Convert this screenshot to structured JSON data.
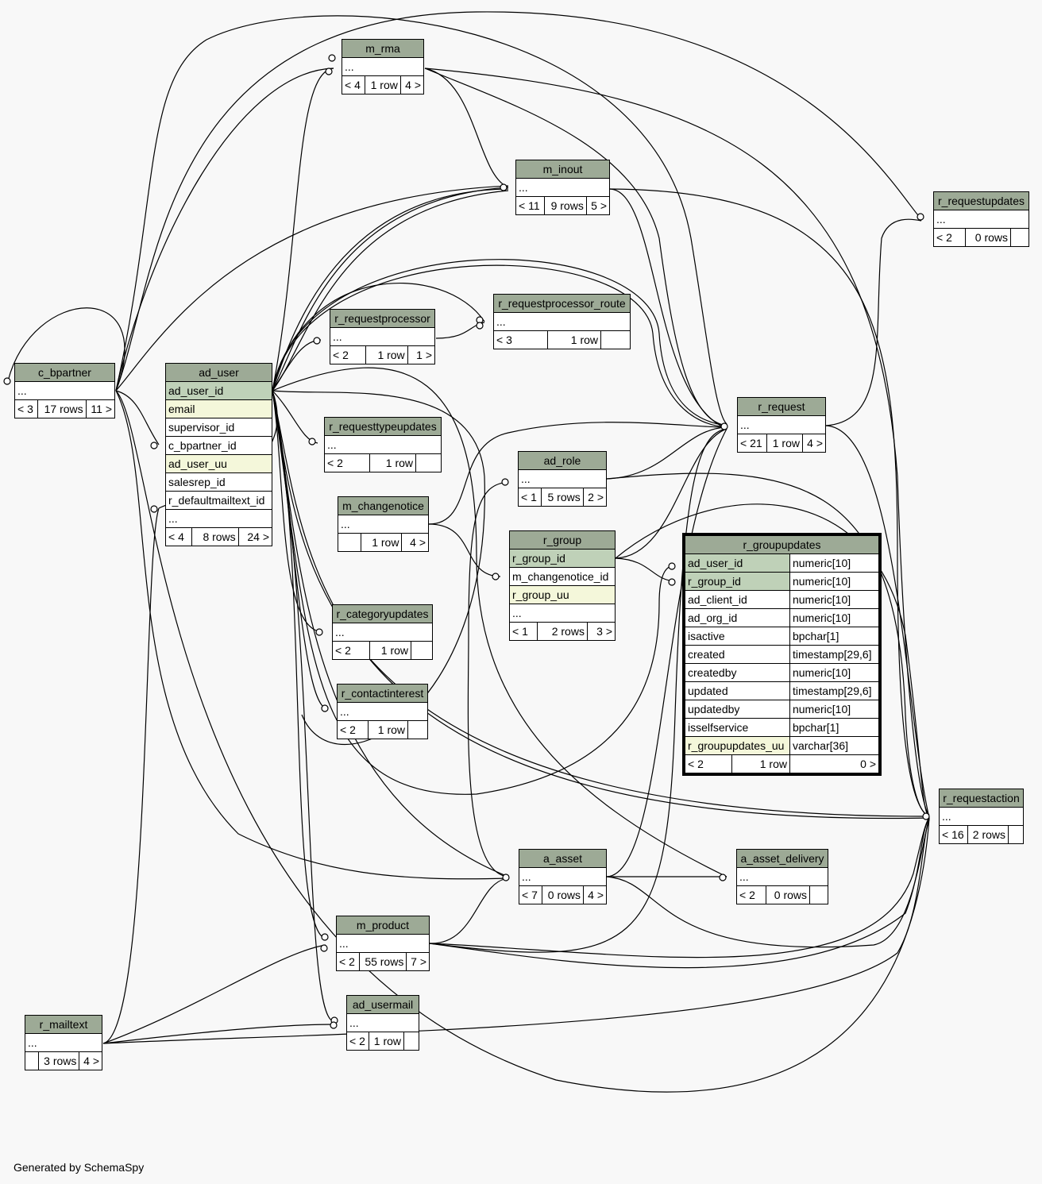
{
  "footer": "Generated by SchemaSpy",
  "tables": {
    "c_bpartner": {
      "name": "c_bpartner",
      "more": "...",
      "parents": "< 3",
      "rows": "17 rows",
      "children": "11 >"
    },
    "ad_user": {
      "name": "ad_user",
      "columns": [
        "ad_user_id",
        "email",
        "supervisor_id",
        "c_bpartner_id",
        "ad_user_uu",
        "salesrep_id",
        "r_defaultmailtext_id"
      ],
      "more": "...",
      "parents": "< 4",
      "rows": "8 rows",
      "children": "24 >"
    },
    "m_rma": {
      "name": "m_rma",
      "more": "...",
      "parents": "< 4",
      "rows": "1 row",
      "children": "4 >"
    },
    "m_inout": {
      "name": "m_inout",
      "more": "...",
      "parents": "< 11",
      "rows": "9 rows",
      "children": "5 >"
    },
    "r_requestupdates": {
      "name": "r_requestupdates",
      "more": "...",
      "parents": "< 2",
      "rows": "0 rows",
      "children": ""
    },
    "r_requestprocessor_route": {
      "name": "r_requestprocessor_route",
      "more": "...",
      "parents": "< 3",
      "rows": "1 row",
      "children": ""
    },
    "r_requestprocessor": {
      "name": "r_requestprocessor",
      "more": "...",
      "parents": "< 2",
      "rows": "1 row",
      "children": "1 >"
    },
    "r_request": {
      "name": "r_request",
      "more": "...",
      "parents": "< 21",
      "rows": "1 row",
      "children": "4 >"
    },
    "r_requesttypeupdates": {
      "name": "r_requesttypeupdates",
      "more": "...",
      "parents": "< 2",
      "rows": "1 row",
      "children": ""
    },
    "ad_role": {
      "name": "ad_role",
      "more": "...",
      "parents": "< 1",
      "rows": "5 rows",
      "children": "2 >"
    },
    "m_changenotice": {
      "name": "m_changenotice",
      "more": "...",
      "parents": "",
      "rows": "1 row",
      "children": "4 >"
    },
    "r_group": {
      "name": "r_group",
      "columns": [
        "r_group_id",
        "m_changenotice_id",
        "r_group_uu"
      ],
      "more": "...",
      "parents": "< 1",
      "rows": "2 rows",
      "children": "3 >"
    },
    "r_groupupdates": {
      "name": "r_groupupdates",
      "columns": [
        {
          "name": "ad_user_id",
          "type": "numeric[10]"
        },
        {
          "name": "r_group_id",
          "type": "numeric[10]"
        },
        {
          "name": "ad_client_id",
          "type": "numeric[10]"
        },
        {
          "name": "ad_org_id",
          "type": "numeric[10]"
        },
        {
          "name": "isactive",
          "type": "bpchar[1]"
        },
        {
          "name": "created",
          "type": "timestamp[29,6]"
        },
        {
          "name": "createdby",
          "type": "numeric[10]"
        },
        {
          "name": "updated",
          "type": "timestamp[29,6]"
        },
        {
          "name": "updatedby",
          "type": "numeric[10]"
        },
        {
          "name": "isselfservice",
          "type": "bpchar[1]"
        },
        {
          "name": "r_groupupdates_uu",
          "type": "varchar[36]"
        }
      ],
      "parents": "< 2",
      "rows": "1 row",
      "children": "0 >"
    },
    "r_categoryupdates": {
      "name": "r_categoryupdates",
      "more": "...",
      "parents": "< 2",
      "rows": "1 row",
      "children": ""
    },
    "r_contactinterest": {
      "name": "r_contactinterest",
      "more": "...",
      "parents": "< 2",
      "rows": "1 row",
      "children": ""
    },
    "r_requestaction": {
      "name": "r_requestaction",
      "more": "...",
      "parents": "< 16",
      "rows": "2 rows",
      "children": ""
    },
    "a_asset": {
      "name": "a_asset",
      "more": "...",
      "parents": "< 7",
      "rows": "0 rows",
      "children": "4 >"
    },
    "a_asset_delivery": {
      "name": "a_asset_delivery",
      "more": "...",
      "parents": "< 2",
      "rows": "0 rows",
      "children": ""
    },
    "m_product": {
      "name": "m_product",
      "more": "...",
      "parents": "< 2",
      "rows": "55 rows",
      "children": "7 >"
    },
    "ad_usermail": {
      "name": "ad_usermail",
      "more": "...",
      "parents": "< 2",
      "rows": "1 row",
      "children": ""
    },
    "r_mailtext": {
      "name": "r_mailtext",
      "more": "...",
      "parents": "",
      "rows": "3 rows",
      "children": "4 >"
    }
  }
}
